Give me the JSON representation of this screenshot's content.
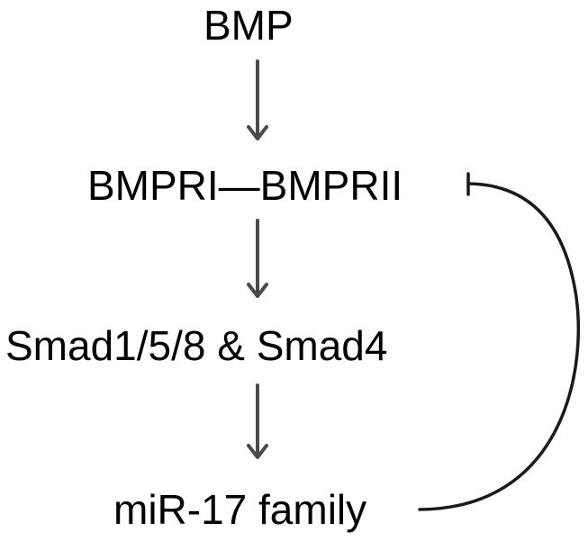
{
  "nodes": {
    "bmp": "BMP",
    "receptor": "BMPRI—BMPRII",
    "smad": "Smad1/5/8 & Smad4",
    "mir": "miR-17 family"
  },
  "colors": {
    "text": "#000000",
    "arrow": "#4a4a4a",
    "feedback": "#1a1a1a"
  },
  "edges": [
    {
      "from": "bmp",
      "to": "receptor",
      "type": "activation"
    },
    {
      "from": "receptor",
      "to": "smad",
      "type": "activation"
    },
    {
      "from": "smad",
      "to": "mir",
      "type": "activation"
    },
    {
      "from": "mir",
      "to": "receptor",
      "type": "inhibition"
    }
  ]
}
